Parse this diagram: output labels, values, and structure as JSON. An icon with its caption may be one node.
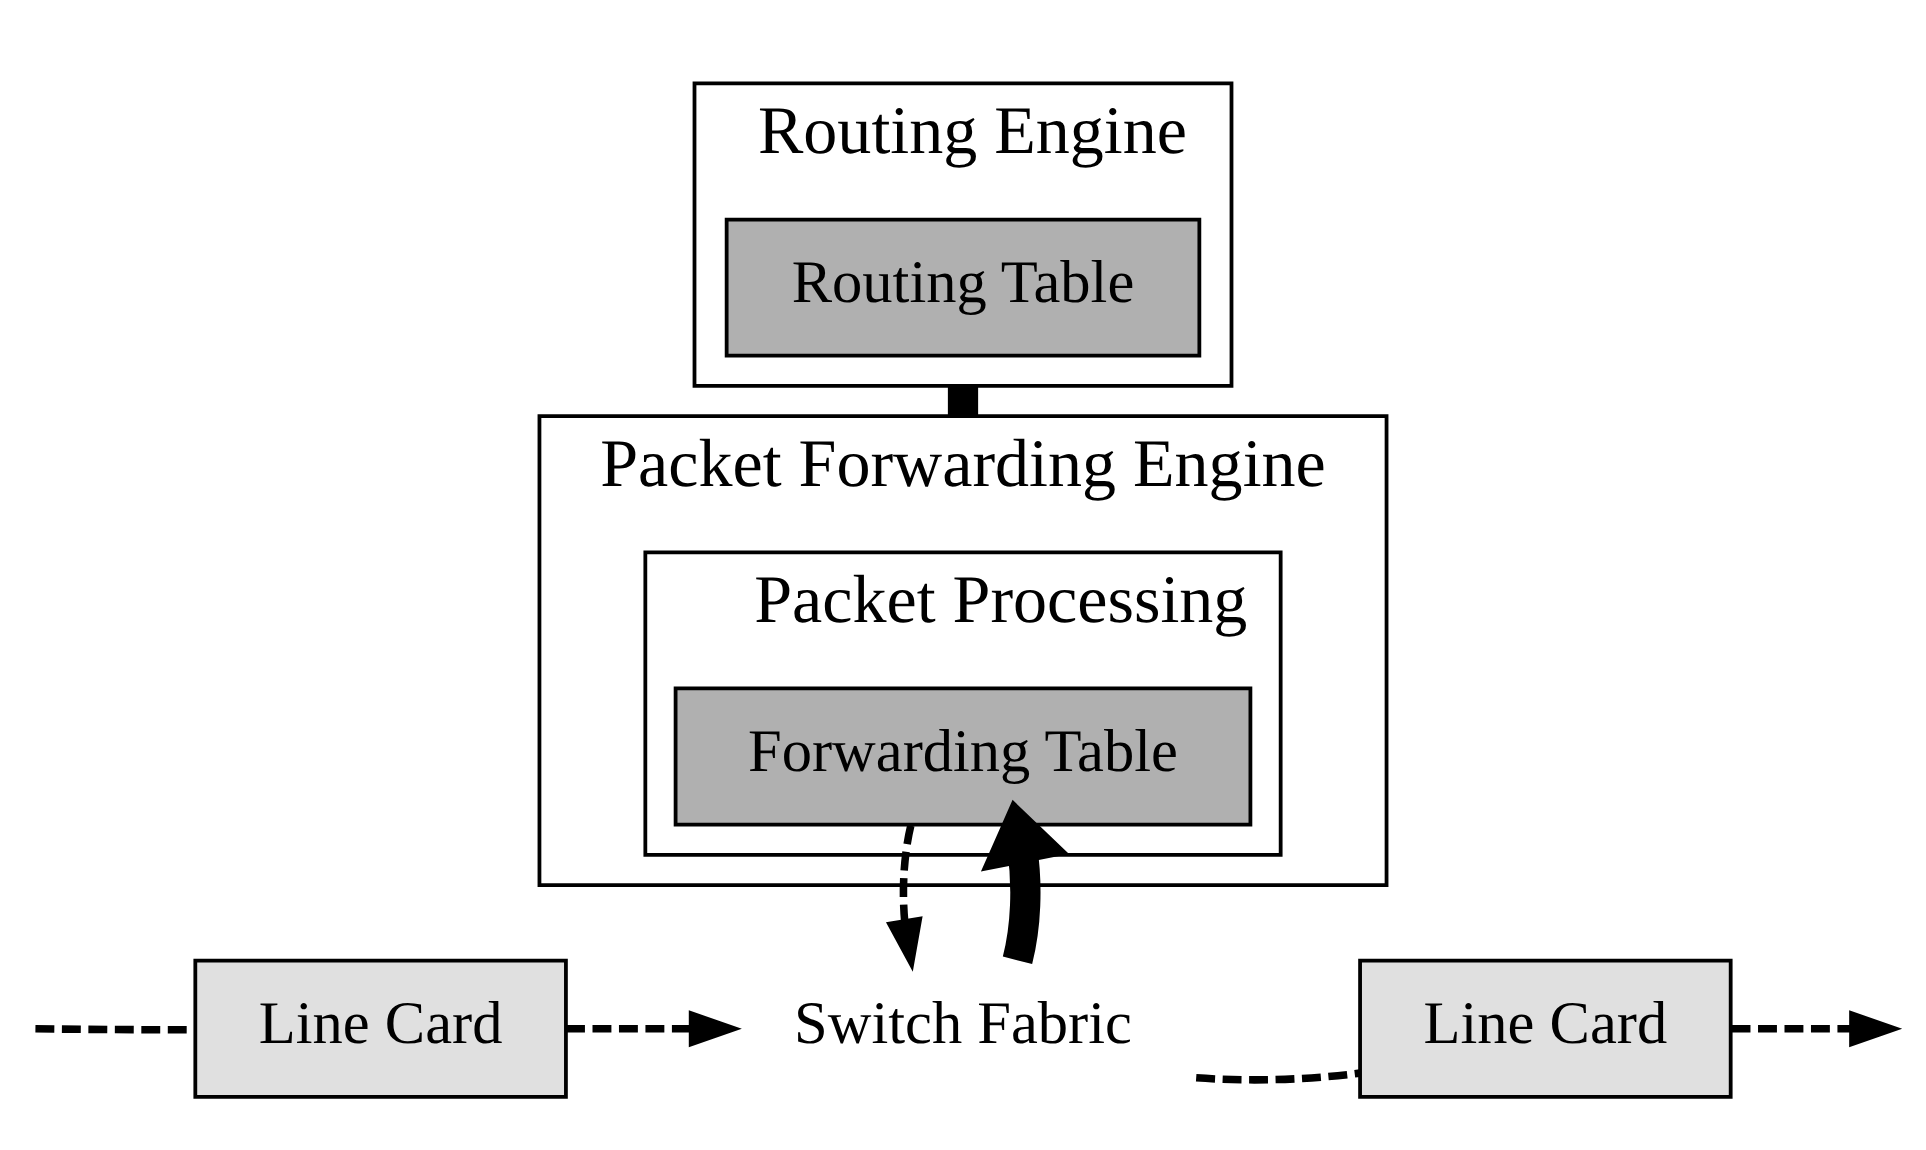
{
  "diagram": {
    "nodes": [
      {
        "text": [
          "Routing Engine"
        ]
      },
      {
        "text": [
          "Routing Table"
        ],
        "in": 0
      },
      {
        "text": [
          "Packet Forwarding Engine"
        ]
      },
      {
        "text": [
          "Packet Processing"
        ],
        "in": 2
      },
      {
        "text": [
          "Forwarding Table"
        ],
        "in": 3
      },
      {
        "text": [
          "Line Card"
        ]
      },
      {
        "text": [
          "Line Card"
        ]
      },
      {
        "text": [
          "Switch Fabric"
        ]
      }
    ],
    "edges": [
      {
        "from": 0,
        "to": 2,
        "arrow": "none",
        "style": "thick"
      },
      {
        "from": null,
        "to": 5,
        "arrow": "none",
        "style": "dashed"
      },
      {
        "from": 5,
        "to": 7,
        "arrow": "to",
        "style": "dashed"
      },
      {
        "from": 7,
        "to": 4,
        "arrow": "to",
        "style": "thick"
      },
      {
        "from": 4,
        "to": 7,
        "arrow": "to",
        "style": "dashed"
      },
      {
        "from": 7,
        "to": 6,
        "arrow": "none",
        "style": "dashed"
      },
      {
        "from": 6,
        "to": null,
        "arrow": "to",
        "style": "dashed"
      }
    ]
  }
}
